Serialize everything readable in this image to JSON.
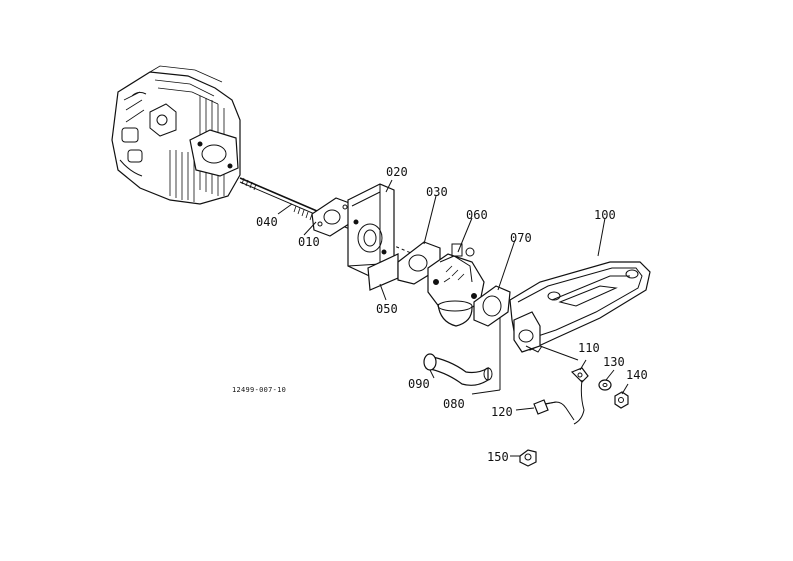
{
  "drawing_code": "12499-007-10",
  "callouts": {
    "p010": "010",
    "p020": "020",
    "p030": "030",
    "p040": "040",
    "p050": "050",
    "p060": "060",
    "p070": "070",
    "p080": "080",
    "p090": "090",
    "p100": "100",
    "p110": "110",
    "p120": "120",
    "p130": "130",
    "p140": "140",
    "p150": "150"
  }
}
